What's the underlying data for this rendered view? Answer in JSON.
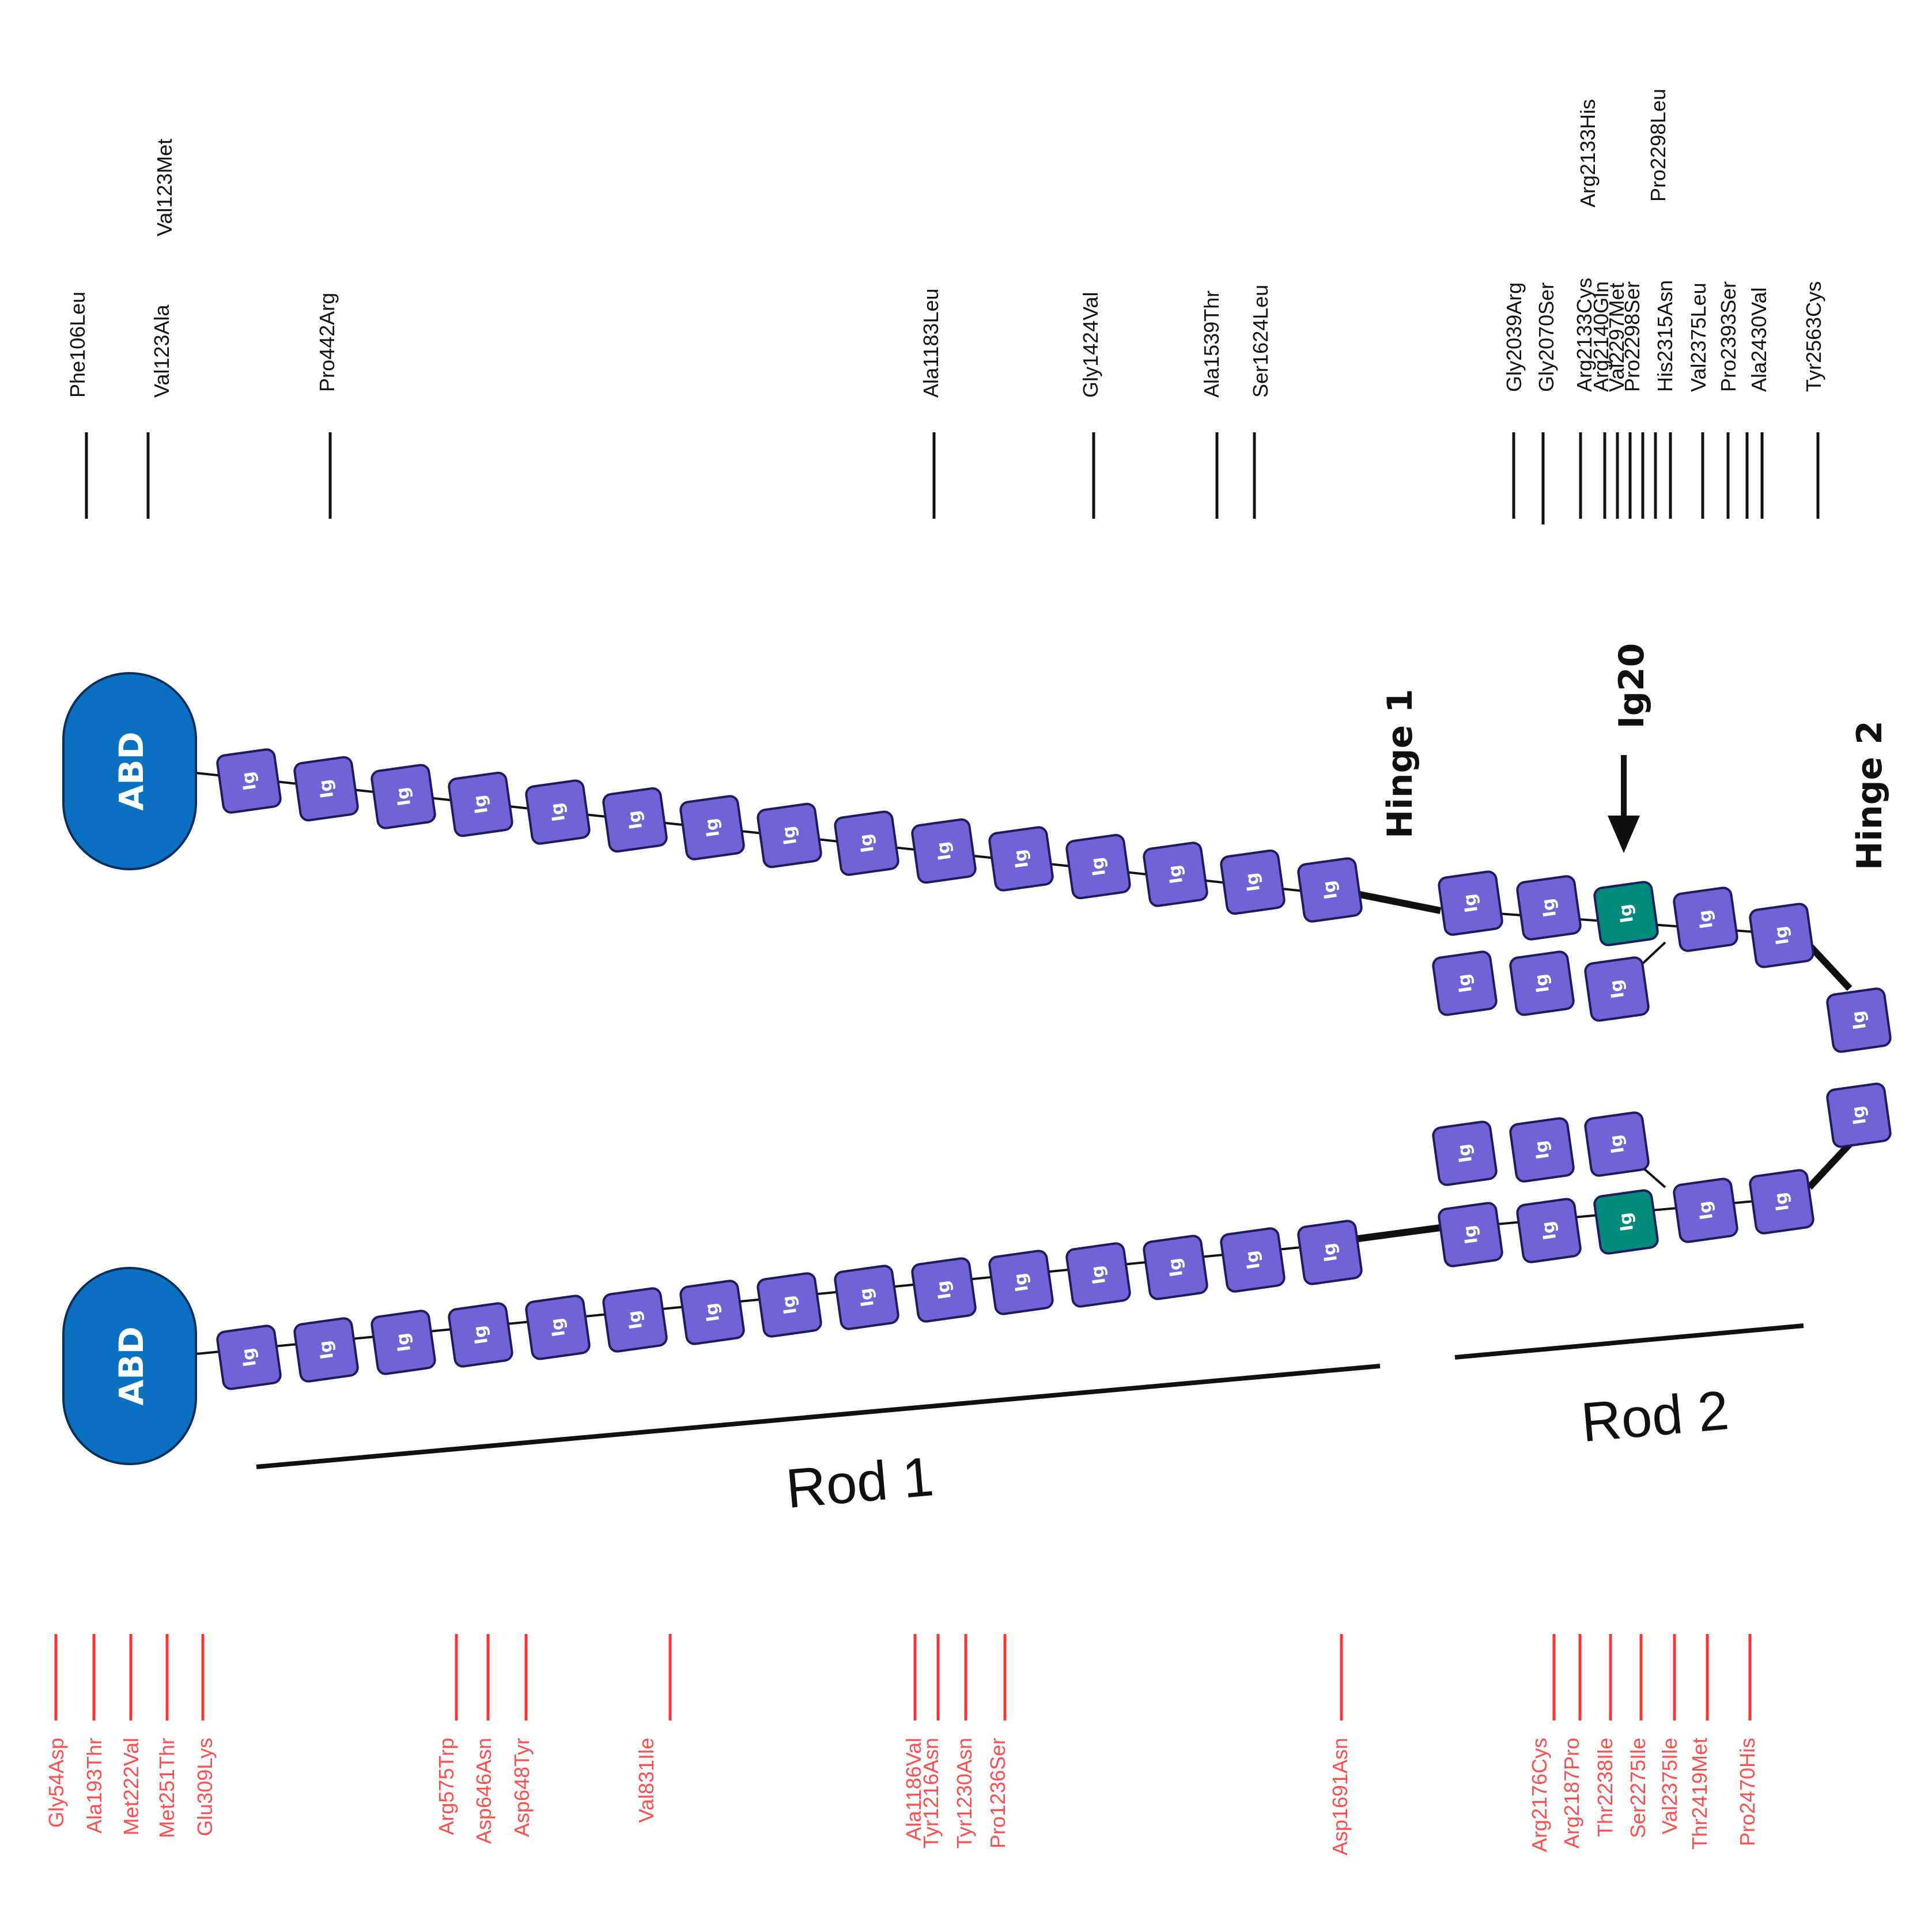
{
  "top_mutations": [
    "Phe106Leu",
    "Val123Ala",
    "Val123Met",
    "Pro442Arg",
    "Ala1183Leu",
    "Gly1424Val",
    "Ala1539Thr",
    "Ser1624Leu",
    "Gly2039Arg",
    "Gly2070Ser",
    "Arg2133Cys",
    "Arg2133His",
    "Arg2140Gln",
    "Val2297Met",
    "Pro2298Ser",
    "Pro2298Leu",
    "His2315Asn",
    "Val2375Leu",
    "Pro2393Ser",
    "Ala2430Val",
    "Tyr2563Cys"
  ],
  "bottom_mutations": [
    "Gly54Asp",
    "Ala193Thr",
    "Met222Val",
    "Met251Thr",
    "Glu309Lys",
    "Arg575Trp",
    "Asp646Asn",
    "Asp648Tyr",
    "Val831Ile",
    "Ala1186Val",
    "Tyr1216Asn",
    "Tyr1230Asn",
    "Pro1236Ser",
    "Asp1691Asn",
    "Arg2176Cys",
    "Arg2187Pro",
    "Thr2238Ile",
    "Ser2275Ile",
    "Val2375Ile",
    "Thr2419Met",
    "Pro2470His"
  ],
  "domains": {
    "abd_label": "ABD",
    "ig_label": "Ig"
  },
  "labels": {
    "hinge1": "Hinge 1",
    "hinge2": "Hinge 2",
    "ig20": "Ig20",
    "rod1": "Rod 1",
    "rod2": "Rod 2"
  },
  "colors": {
    "ig_fill": "#6f63d6",
    "ig_stroke": "#1f1b5e",
    "ig20_fill": "#008a7c",
    "abd_fill": "#0a70c2",
    "wildtype_text": "#111111",
    "mutant_text": "#ff4d4d"
  }
}
